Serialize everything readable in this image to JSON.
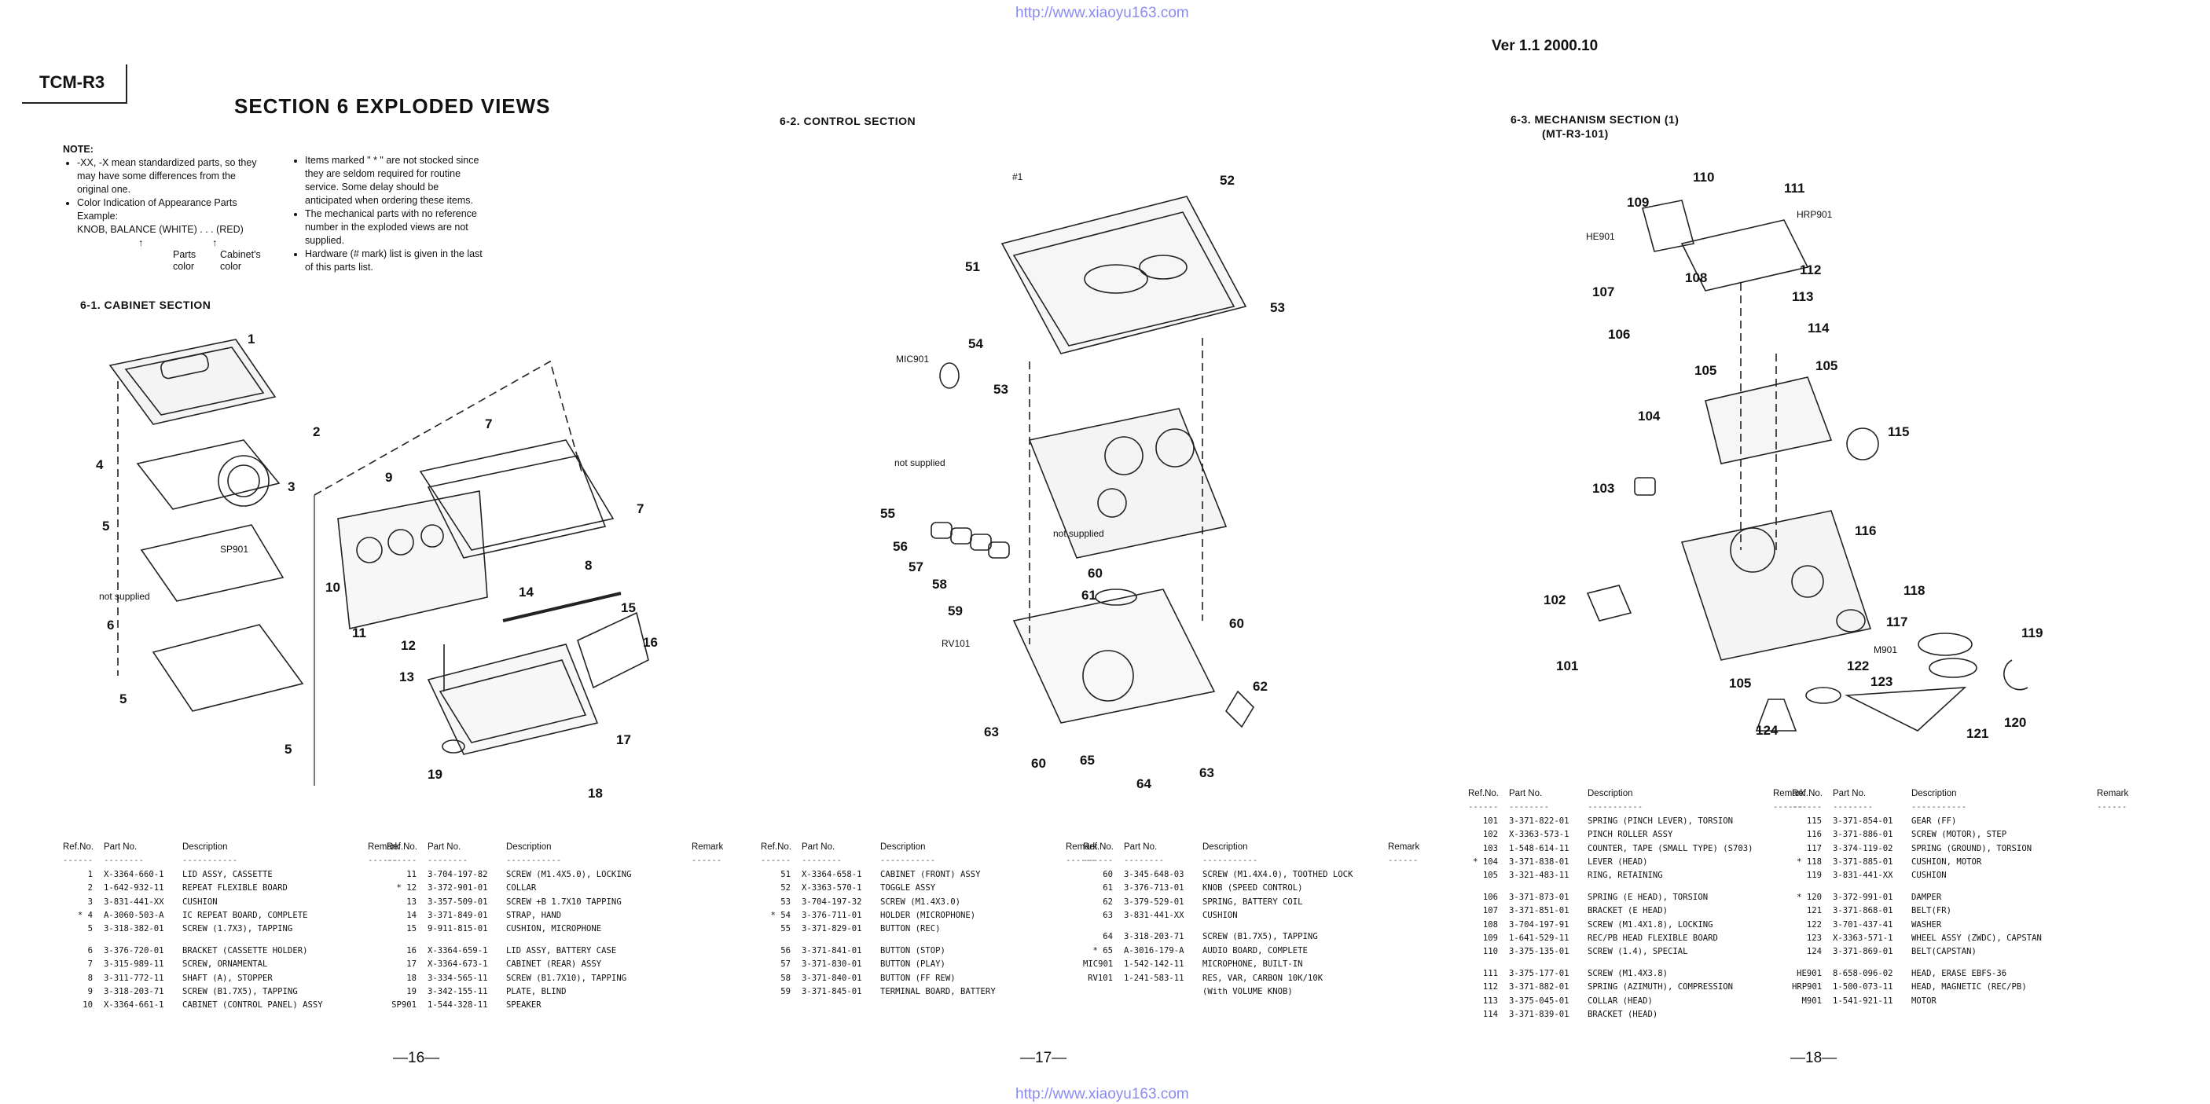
{
  "header": {
    "url_top": "http://www.xiaoyu163.com",
    "url_bottom": "http://www.xiaoyu163.com",
    "model": "TCM-R3",
    "version": "Ver 1.1  2000.10"
  },
  "page16": {
    "section_title": "SECTION 6   EXPLODED VIEWS",
    "note_title": "NOTE:",
    "notes_left": [
      "-XX, -X mean standardized parts, so they may have some differences from the original one.",
      "Color Indication of Appearance Parts Example:"
    ],
    "color_example": "KNOB, BALANCE (WHITE) . . . (RED)",
    "arrow_up": "↑",
    "parts_color": "Parts color",
    "cabinet_color": "Cabinet's color",
    "notes_right": [
      "Items marked \" * \" are not stocked since they are seldom required for routine service.  Some delay should be anticipated when ordering these items.",
      "The mechanical parts with no reference number in the exploded views are not supplied.",
      "Hardware (# mark) list is given in the last of this parts list."
    ],
    "subsection": "6-1.  CABINET SECTION",
    "callouts": [
      "1",
      "2",
      "3",
      "4",
      "5",
      "SP901",
      "not supplied",
      "6",
      "5",
      "5",
      "7",
      "9",
      "7",
      "8",
      "10",
      "11",
      "14",
      "15",
      "16",
      "12",
      "13",
      "17",
      "19",
      "18"
    ],
    "page_number": "—16—"
  },
  "page17": {
    "subsection": "6-2.  CONTROL SECTION",
    "callouts": [
      "#1",
      "52",
      "51",
      "53",
      "MIC901",
      "54",
      "53",
      "not supplied",
      "55",
      "56",
      "57",
      "58",
      "not supplied",
      "60",
      "61",
      "59",
      "RV101",
      "60",
      "62",
      "63",
      "60",
      "65",
      "64",
      "63"
    ],
    "page_number": "—17—"
  },
  "page18": {
    "subsection": "6-3.  MECHANISM SECTION (1)",
    "subsection2": "(MT-R3-101)",
    "callouts": [
      "110",
      "111",
      "109",
      "HRP901",
      "HE901",
      "108",
      "112",
      "107",
      "113",
      "106",
      "114",
      "105",
      "105",
      "104",
      "115",
      "103",
      "116",
      "102",
      "118",
      "117",
      "119",
      "101",
      "M901",
      "105",
      "122",
      "123",
      "124",
      "121",
      "120"
    ],
    "page_number": "—18—"
  },
  "table_headers": {
    "ref": "Ref.No.",
    "part": "Part No.",
    "desc": "Description",
    "remark": "Remark",
    "dash_ref": "------",
    "dash_part": "--------",
    "dash_desc": "-----------",
    "dash_remark": "------"
  },
  "parts_tables": [
    {
      "name": "cabinet-left",
      "rows": [
        [
          "1",
          "X-3364-660-1",
          "LID ASSY, CASSETTE",
          ""
        ],
        [
          "2",
          "1-642-932-11",
          "REPEAT FLEXIBLE BOARD",
          ""
        ],
        [
          "3",
          "3-831-441-XX",
          "CUSHION",
          ""
        ],
        [
          "* 4",
          "A-3060-503-A",
          "IC REPEAT BOARD, COMPLETE",
          ""
        ],
        [
          "5",
          "3-318-382-01",
          "SCREW (1.7X3), TAPPING",
          ""
        ],
        [
          "",
          "",
          "",
          ""
        ],
        [
          "6",
          "3-376-720-01",
          "BRACKET (CASSETTE HOLDER)",
          ""
        ],
        [
          "7",
          "3-315-989-11",
          "SCREW, ORNAMENTAL",
          ""
        ],
        [
          "8",
          "3-311-772-11",
          "SHAFT (A), STOPPER",
          ""
        ],
        [
          "9",
          "3-318-203-71",
          "SCREW (B1.7X5), TAPPING",
          ""
        ],
        [
          "10",
          "X-3364-661-1",
          "CABINET (CONTROL PANEL) ASSY",
          ""
        ]
      ]
    },
    {
      "name": "cabinet-right",
      "rows": [
        [
          "11",
          "3-704-197-82",
          "SCREW (M1.4X5.0), LOCKING",
          ""
        ],
        [
          "* 12",
          "3-372-901-01",
          "COLLAR",
          ""
        ],
        [
          "13",
          "3-357-509-01",
          "SCREW +B 1.7X10 TAPPING",
          ""
        ],
        [
          "14",
          "3-371-849-01",
          "STRAP, HAND",
          ""
        ],
        [
          "15",
          "9-911-815-01",
          "CUSHION, MICROPHONE",
          ""
        ],
        [
          "",
          "",
          "",
          ""
        ],
        [
          "16",
          "X-3364-659-1",
          "LID ASSY, BATTERY CASE",
          ""
        ],
        [
          "17",
          "X-3364-673-1",
          "CABINET (REAR) ASSY",
          ""
        ],
        [
          "18",
          "3-334-565-11",
          "SCREW (B1.7X10), TAPPING",
          ""
        ],
        [
          "19",
          "3-342-155-11",
          "PLATE, BLIND",
          ""
        ],
        [
          "SP901",
          "1-544-328-11",
          "SPEAKER",
          ""
        ]
      ]
    },
    {
      "name": "control-left",
      "rows": [
        [
          "51",
          "X-3364-658-1",
          "CABINET (FRONT) ASSY",
          ""
        ],
        [
          "52",
          "X-3363-570-1",
          "TOGGLE ASSY",
          ""
        ],
        [
          "53",
          "3-704-197-32",
          "SCREW (M1.4X3.0)",
          ""
        ],
        [
          "* 54",
          "3-376-711-01",
          "HOLDER (MICROPHONE)",
          ""
        ],
        [
          "55",
          "3-371-829-01",
          "BUTTON (REC)",
          ""
        ],
        [
          "",
          "",
          "",
          ""
        ],
        [
          "56",
          "3-371-841-01",
          "BUTTON (STOP)",
          ""
        ],
        [
          "57",
          "3-371-830-01",
          "BUTTON (PLAY)",
          ""
        ],
        [
          "58",
          "3-371-840-01",
          "BUTTON (FF REW)",
          ""
        ],
        [
          "59",
          "3-371-845-01",
          "TERMINAL BOARD, BATTERY",
          ""
        ]
      ]
    },
    {
      "name": "control-right",
      "rows": [
        [
          "60",
          "3-345-648-03",
          "SCREW (M1.4X4.0), TOOTHED LOCK",
          ""
        ],
        [
          "61",
          "3-376-713-01",
          "KNOB (SPEED CONTROL)",
          ""
        ],
        [
          "62",
          "3-379-529-01",
          "SPRING, BATTERY COIL",
          ""
        ],
        [
          "63",
          "3-831-441-XX",
          "CUSHION",
          ""
        ],
        [
          "",
          "",
          "",
          ""
        ],
        [
          "64",
          "3-318-203-71",
          "SCREW (B1.7X5), TAPPING",
          ""
        ],
        [
          "* 65",
          "A-3016-179-A",
          "AUDIO BOARD, COMPLETE",
          ""
        ],
        [
          "MIC901",
          "1-542-142-11",
          "MICROPHONE, BUILT-IN",
          ""
        ],
        [
          "RV101",
          "1-241-583-11",
          "RES, VAR, CARBON 10K/10K",
          ""
        ],
        [
          "",
          "",
          "     (With VOLUME KNOB)",
          ""
        ]
      ]
    },
    {
      "name": "mech-left",
      "rows": [
        [
          "101",
          "3-371-822-01",
          "SPRING (PINCH LEVER), TORSION",
          ""
        ],
        [
          "102",
          "X-3363-573-1",
          "PINCH ROLLER ASSY",
          ""
        ],
        [
          "103",
          "1-548-614-11",
          "COUNTER, TAPE (SMALL TYPE) (S703)",
          ""
        ],
        [
          "* 104",
          "3-371-838-01",
          "LEVER (HEAD)",
          ""
        ],
        [
          "105",
          "3-321-483-11",
          "RING, RETAINING",
          ""
        ],
        [
          "",
          "",
          "",
          ""
        ],
        [
          "106",
          "3-371-873-01",
          "SPRING (E HEAD), TORSION",
          ""
        ],
        [
          "107",
          "3-371-851-01",
          "BRACKET (E HEAD)",
          ""
        ],
        [
          "108",
          "3-704-197-91",
          "SCREW (M1.4X1.8), LOCKING",
          ""
        ],
        [
          "109",
          "1-641-529-11",
          "REC/PB HEAD FLEXIBLE BOARD",
          ""
        ],
        [
          "110",
          "3-375-135-01",
          "SCREW (1.4), SPECIAL",
          ""
        ],
        [
          "",
          "",
          "",
          ""
        ],
        [
          "111",
          "3-375-177-01",
          "SCREW (M1.4X3.8)",
          ""
        ],
        [
          "112",
          "3-371-882-01",
          "SPRING (AZIMUTH), COMPRESSION",
          ""
        ],
        [
          "113",
          "3-375-045-01",
          "COLLAR (HEAD)",
          ""
        ],
        [
          "114",
          "3-371-839-01",
          "BRACKET (HEAD)",
          ""
        ]
      ]
    },
    {
      "name": "mech-right",
      "rows": [
        [
          "115",
          "3-371-854-01",
          "GEAR (FF)",
          ""
        ],
        [
          "116",
          "3-371-886-01",
          "SCREW (MOTOR), STEP",
          ""
        ],
        [
          "117",
          "3-374-119-02",
          "SPRING (GROUND), TORSION",
          ""
        ],
        [
          "* 118",
          "3-371-885-01",
          "CUSHION, MOTOR",
          ""
        ],
        [
          "119",
          "3-831-441-XX",
          "CUSHION",
          ""
        ],
        [
          "",
          "",
          "",
          ""
        ],
        [
          "* 120",
          "3-372-991-01",
          "DAMPER",
          ""
        ],
        [
          "121",
          "3-371-868-01",
          "BELT(FR)",
          ""
        ],
        [
          "122",
          "3-701-437-41",
          "WASHER",
          ""
        ],
        [
          "123",
          "X-3363-571-1",
          "WHEEL ASSY (ZWDC), CAPSTAN",
          ""
        ],
        [
          "124",
          "3-371-869-01",
          "BELT(CAPSTAN)",
          ""
        ],
        [
          "",
          "",
          "",
          ""
        ],
        [
          "HE901",
          "8-658-096-02",
          "HEAD, ERASE EBFS-36",
          ""
        ],
        [
          "HRP901",
          "1-500-073-11",
          "HEAD, MAGNETIC (REC/PB)",
          ""
        ],
        [
          "M901",
          "1-541-921-11",
          "MOTOR",
          ""
        ]
      ]
    }
  ]
}
